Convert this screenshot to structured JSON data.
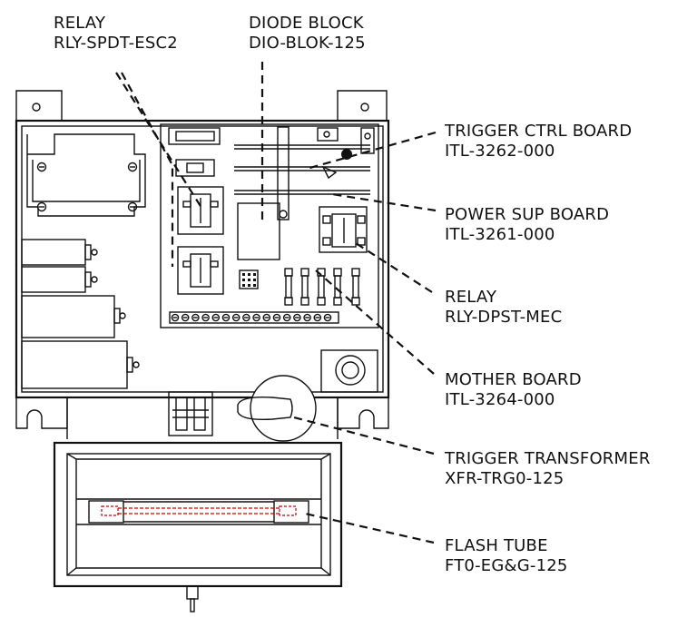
{
  "callouts": {
    "relay_spdt": {
      "name": "RELAY",
      "part": "RLY-SPDT-ESC2"
    },
    "diode_block": {
      "name": "DIODE BLOCK",
      "part": "DIO-BLOK-125"
    },
    "trigger_ctrl_board": {
      "name": "TRIGGER CTRL BOARD",
      "part": "ITL-3262-000"
    },
    "power_sup_board": {
      "name": "POWER SUP BOARD",
      "part": "ITL-3261-000"
    },
    "relay_dpst": {
      "name": "RELAY",
      "part": "RLY-DPST-MEC"
    },
    "mother_board": {
      "name": "MOTHER BOARD",
      "part": "ITL-3264-000"
    },
    "trigger_transformer": {
      "name": "TRIGGER TRANSFORMER",
      "part": "XFR-TRG0-125"
    },
    "flash_tube": {
      "name": "FLASH TUBE",
      "part": "FT0-EG&G-125"
    }
  },
  "colors": {
    "line": "#111111",
    "flash_tube_accent": "#cc0000",
    "background": "#ffffff"
  }
}
